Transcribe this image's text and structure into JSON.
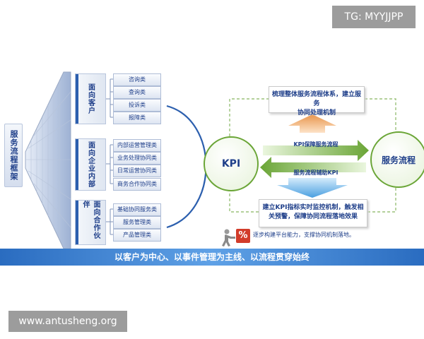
{
  "watermarks": {
    "top_right": "TG: MYYJJPP",
    "bottom_left": "www.antusheng.org"
  },
  "framework_label": "服务流程框架",
  "groups": [
    {
      "label": "面向客户",
      "items": [
        "咨询类",
        "查询类",
        "投诉类",
        "报障类"
      ]
    },
    {
      "label": "面向企业内部",
      "items": [
        "内部运营管理类",
        "业务处理协同类",
        "日常运营协同类",
        "商务合作协同类"
      ]
    },
    {
      "label": "面向合作伙伴",
      "items": [
        "基础协同服务类",
        "服务管理类",
        "产品管理类"
      ]
    }
  ],
  "kpi_label": "KPI",
  "process_label": "服务流程",
  "top_box_text_line1": "梳理整体服务流程体系，建立服务",
  "top_box_text_line2": "协同处理机制",
  "arrow_right_label": "KPI保障服务流程",
  "arrow_left_label": "服务流程辅助KPI",
  "bottom_box_text_line1": "建立KPI指标实时监控机制，触发相",
  "bottom_box_text_line2": "关预警，保障协同流程落地效果",
  "note_text": "逐步构建平台能力，支撑协同机制落地。",
  "pct_symbol": "%",
  "banner_text": "以客户为中心、以事件管理为主线、以流程贯穿始终",
  "colors": {
    "accent_blue": "#2c5fae",
    "text_blue": "#1f3f8a",
    "green_outline": "#6aa536",
    "arrow_up": "#e8944a",
    "arrow_down": "#4a9fe0",
    "alert_red": "#d23c2a"
  }
}
